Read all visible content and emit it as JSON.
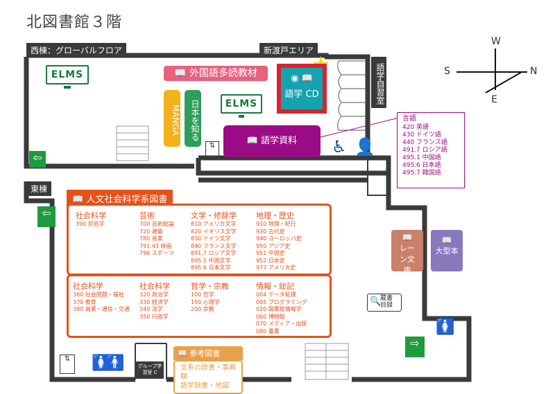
{
  "title": "北図書館３階",
  "zones": {
    "west": "西棟：グローバルフロア",
    "new_area": "新渡戸エリア",
    "east": "東棟",
    "study_room": "語学自習室"
  },
  "elms_label": "ELMS",
  "foreign_reading": "外国語多読教材",
  "manga": "MANGA",
  "japan": "日本を知る",
  "cd": "語学 CD",
  "language_materials": "語学資料",
  "language_box": {
    "title": "言語",
    "items": [
      "420 英語",
      "430 ドイツ語",
      "440 フランス語",
      "491.7 ロシア語",
      "495.1 中国語",
      "495.6 日本語",
      "495.7 韓国語"
    ]
  },
  "humanities": {
    "header": "人文社会科学系図書",
    "top": [
      {
        "head": "社会科学",
        "items": [
          "390 民俗学"
        ]
      },
      {
        "head": "芸術",
        "items": [
          "700 芸術総論",
          "720 建築",
          "780 音楽",
          "791.43 映画",
          "796 スポーツ"
        ]
      },
      {
        "head": "文学・修辞学",
        "items": [
          "810 アメリカ文学",
          "820 イギリス文学",
          "830 ドイツ文学",
          "840 フランス文学",
          "891.7 ロシア文学",
          "895.1 中国文学",
          "895.6 日本文学"
        ]
      },
      {
        "head": "地理・歴史",
        "items": [
          "910 地理・紀行",
          "930 古代史",
          "940 ヨーロッパ史",
          "950 アジア史",
          "951 中国史",
          "952 日本史",
          "973 アメリカ史"
        ]
      }
    ],
    "bottom": [
      {
        "head": "社会科学",
        "items": [
          "360 社会問題・福祉",
          "370 教育",
          "380 商業・通信・交通"
        ]
      },
      {
        "head": "社会科学",
        "items": [
          "320 政治学",
          "330 経済学",
          "340 法学",
          "350 行政学"
        ]
      },
      {
        "head": "哲学・宗教",
        "items": [
          "100 哲学",
          "150 心理学",
          "200 宗教"
        ]
      },
      {
        "head": "情報・総記",
        "items": [
          "004 データ処理",
          "005 プログラミング",
          "020 図書館情報学",
          "060 博物館",
          "070 メディア・出版",
          "080 叢書"
        ]
      }
    ]
  },
  "lane_archive": "レーン文庫",
  "large_books": "大型本",
  "catalog": "蔵書目録",
  "reference": {
    "header": "参考図書",
    "lines": [
      "文系の辞書・事典類",
      "語学辞書・地図"
    ]
  },
  "group_room": "グループ学習室 C",
  "compass": {
    "n": "N",
    "s": "S",
    "e": "E",
    "w": "W"
  },
  "colors": {
    "orange": "#e8501a",
    "purple": "#9b0b85",
    "green": "#167a3a",
    "pink": "#e8617f",
    "teal": "#13a3b1",
    "red": "#d9232e"
  }
}
